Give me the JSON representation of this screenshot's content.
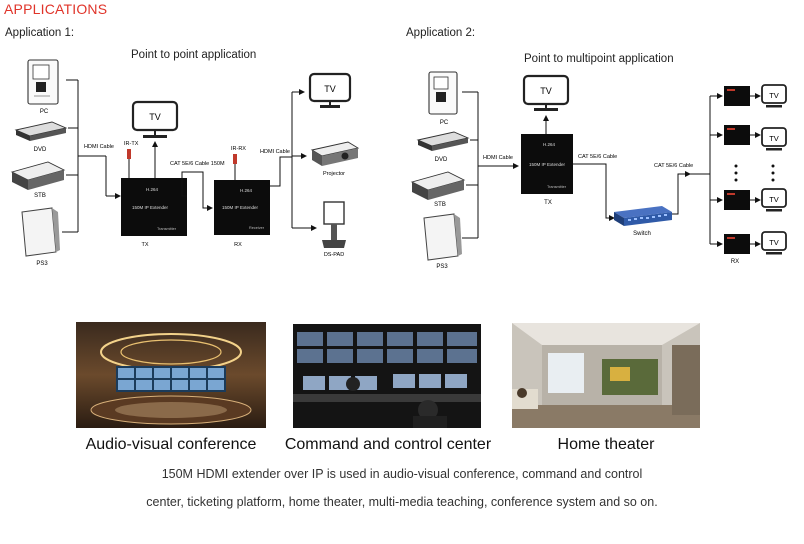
{
  "heading": "APPLICATIONS",
  "app1": {
    "label": "Application 1:",
    "title": "Point to point application",
    "sources": [
      "PC",
      "DVD",
      "STB",
      "PS3"
    ],
    "hdmi_in": "HDMI Cable",
    "tv": "TV",
    "ir_tx": "IR-TX",
    "ir_rx": "IR-RX",
    "cat_cable": "CAT 5E/6 Cable 150M",
    "tx_box": {
      "model": "H.264",
      "name": "150M IP Extender",
      "role": "Transmitter"
    },
    "rx_box": {
      "model": "H.264",
      "name": "150M IP Extender",
      "role": "Receiver"
    },
    "tx_label": "TX",
    "rx_label": "RX",
    "hdmi_out": "HDMI Cable",
    "outputs": [
      "TV",
      "Projector",
      "DS-PAD"
    ]
  },
  "app2": {
    "label": "Application 2:",
    "title": "Point to multipoint  application",
    "sources": [
      "PC",
      "DVD",
      "STB",
      "PS3"
    ],
    "hdmi_in": "HDMI Cable",
    "tv": "TV",
    "tx_box": {
      "model": "H.264",
      "name": "150M IP Extender",
      "role": "Transmitter"
    },
    "tx_label": "TX",
    "cat_cable_1": "CAT 5E/6 Cable",
    "switch_label": "Switch",
    "cat_cable_2": "CAT 5E/6 Cable",
    "receivers": [
      "TV",
      "TV",
      "TV",
      "TV"
    ],
    "rx_label": "RX"
  },
  "photos": [
    {
      "caption": "Audio-visual conference"
    },
    {
      "caption": "Command and control center"
    },
    {
      "caption": "Home theater"
    }
  ],
  "description": {
    "line1": "150M HDMI extender over IP is used in audio-visual conference, command and control",
    "line2": "center, ticketing platform, home theater, multi-media teaching, conference system and so on."
  },
  "colors": {
    "heading": "#e0342a",
    "ir_emitter": "#c0392b",
    "switch": "#2f5aa8"
  }
}
